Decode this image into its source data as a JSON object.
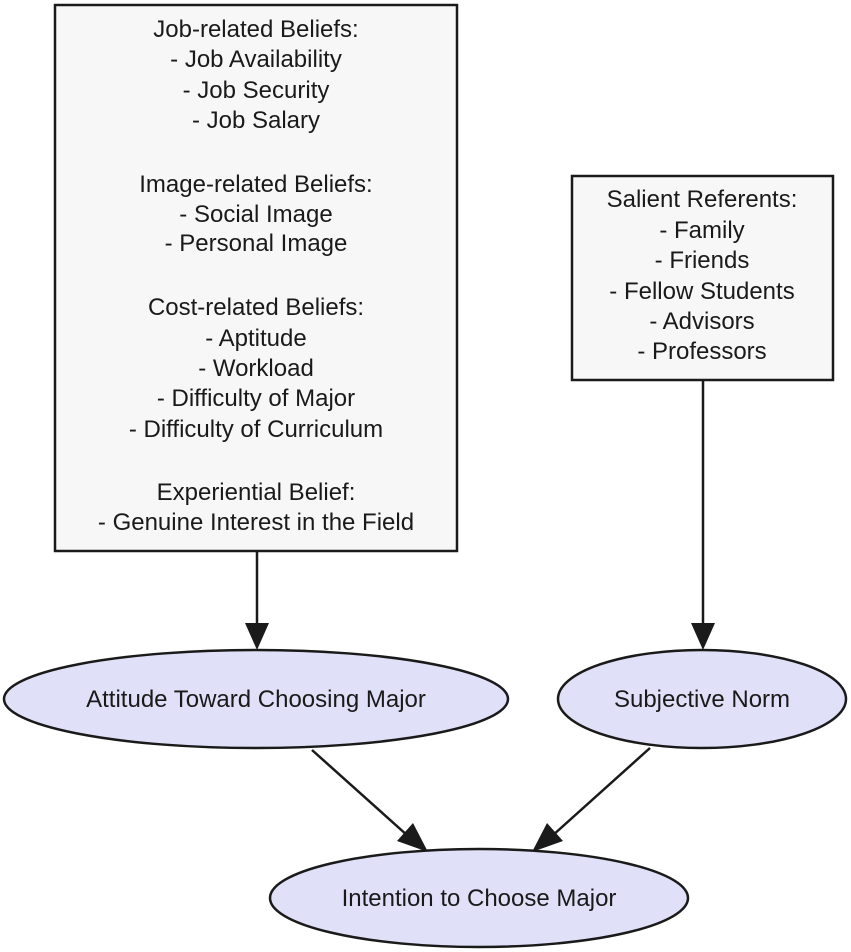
{
  "nodes": {
    "beliefs": {
      "lines": [
        "Job-related Beliefs:",
        "- Job Availability",
        "- Job Security",
        "- Job Salary",
        "",
        "Image-related Beliefs:",
        "- Social Image",
        "- Personal Image",
        "",
        "Cost-related Beliefs:",
        "- Aptitude",
        "- Workload",
        "- Difficulty of Major",
        "- Difficulty of Curriculum",
        "",
        "Experiential Belief:",
        "- Genuine Interest in the Field"
      ]
    },
    "referents": {
      "lines": [
        "Salient Referents:",
        "- Family",
        "- Friends",
        "- Fellow Students",
        "- Advisors",
        "- Professors"
      ]
    },
    "attitude": {
      "label": "Attitude Toward Choosing Major"
    },
    "norm": {
      "label": "Subjective Norm"
    },
    "intention": {
      "label": "Intention to Choose Major"
    }
  },
  "edges": [
    {
      "from": "beliefs",
      "to": "attitude"
    },
    {
      "from": "referents",
      "to": "norm"
    },
    {
      "from": "attitude",
      "to": "intention"
    },
    {
      "from": "norm",
      "to": "intention"
    }
  ],
  "colors": {
    "box_fill": "#f7f7f7",
    "ellipse_fill": "#e0e0f8",
    "stroke": "#1a1a1a"
  }
}
